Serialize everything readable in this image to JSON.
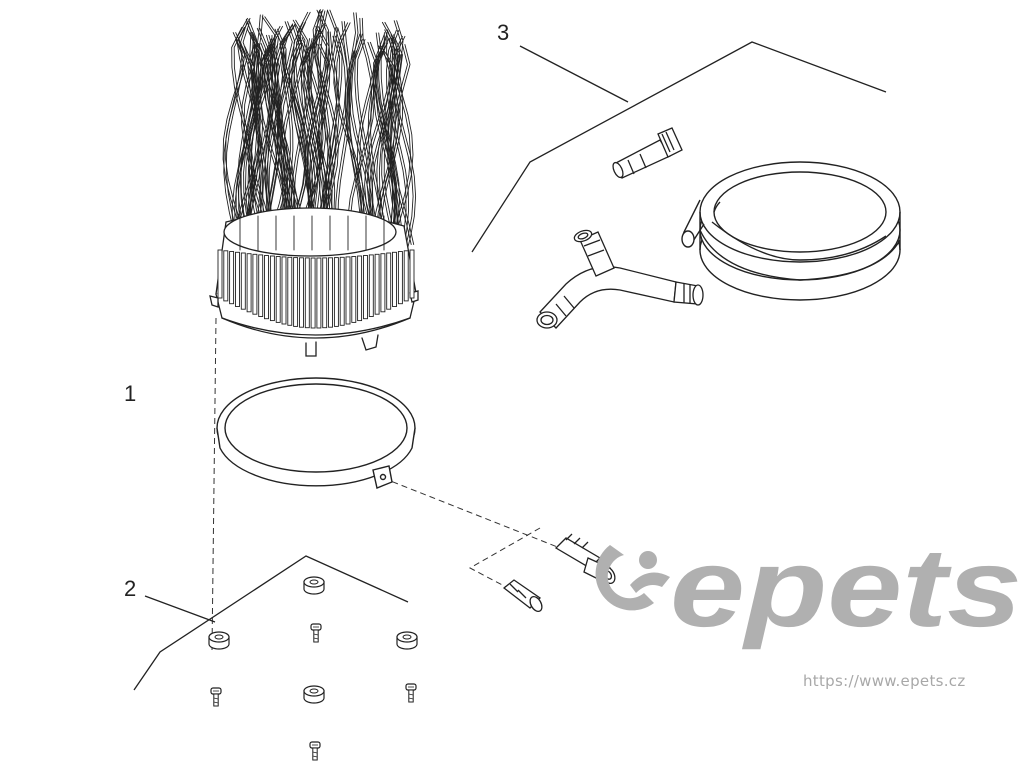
{
  "callouts": {
    "c1": "1",
    "c2": "2",
    "c3": "3"
  },
  "watermark": {
    "logo_text": "epets",
    "url": "https://www.epets.cz",
    "color": "#aaaaaa"
  },
  "colors": {
    "line": "#222222",
    "wm": "#b0b0b0"
  }
}
